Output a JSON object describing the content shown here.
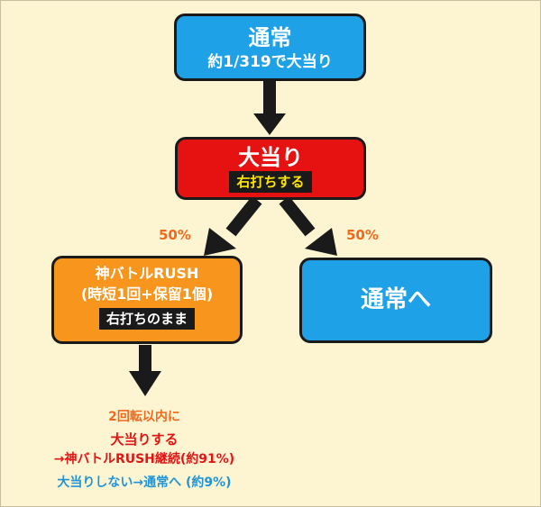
{
  "normal_box": {
    "title": "通常",
    "subtitle": "約1/319で大当り"
  },
  "jackpot_box": {
    "title": "大当り",
    "tag": "右打ちする"
  },
  "branch": {
    "left_percent": "50%",
    "right_percent": "50%"
  },
  "rush_box": {
    "line1": "神バトルRUSH",
    "line2": "(時短1回+保留1個)",
    "tag": "右打ちのまま"
  },
  "return_box": {
    "title": "通常へ"
  },
  "notes": {
    "line1": "2回転以内に",
    "line2": "大当りする",
    "line3": "→神バトルRUSH継続(約91%)",
    "line4": "大当りしない→通常へ (約9%)"
  },
  "colors": {
    "background": "#fdf5d2",
    "blue": "#1ea1e6",
    "red": "#e61212",
    "orange": "#f7951c",
    "tag_yellow": "#ffe600",
    "note_orange": "#ee6a1f",
    "note_red": "#e01616",
    "note_blue": "#1f94d6"
  }
}
